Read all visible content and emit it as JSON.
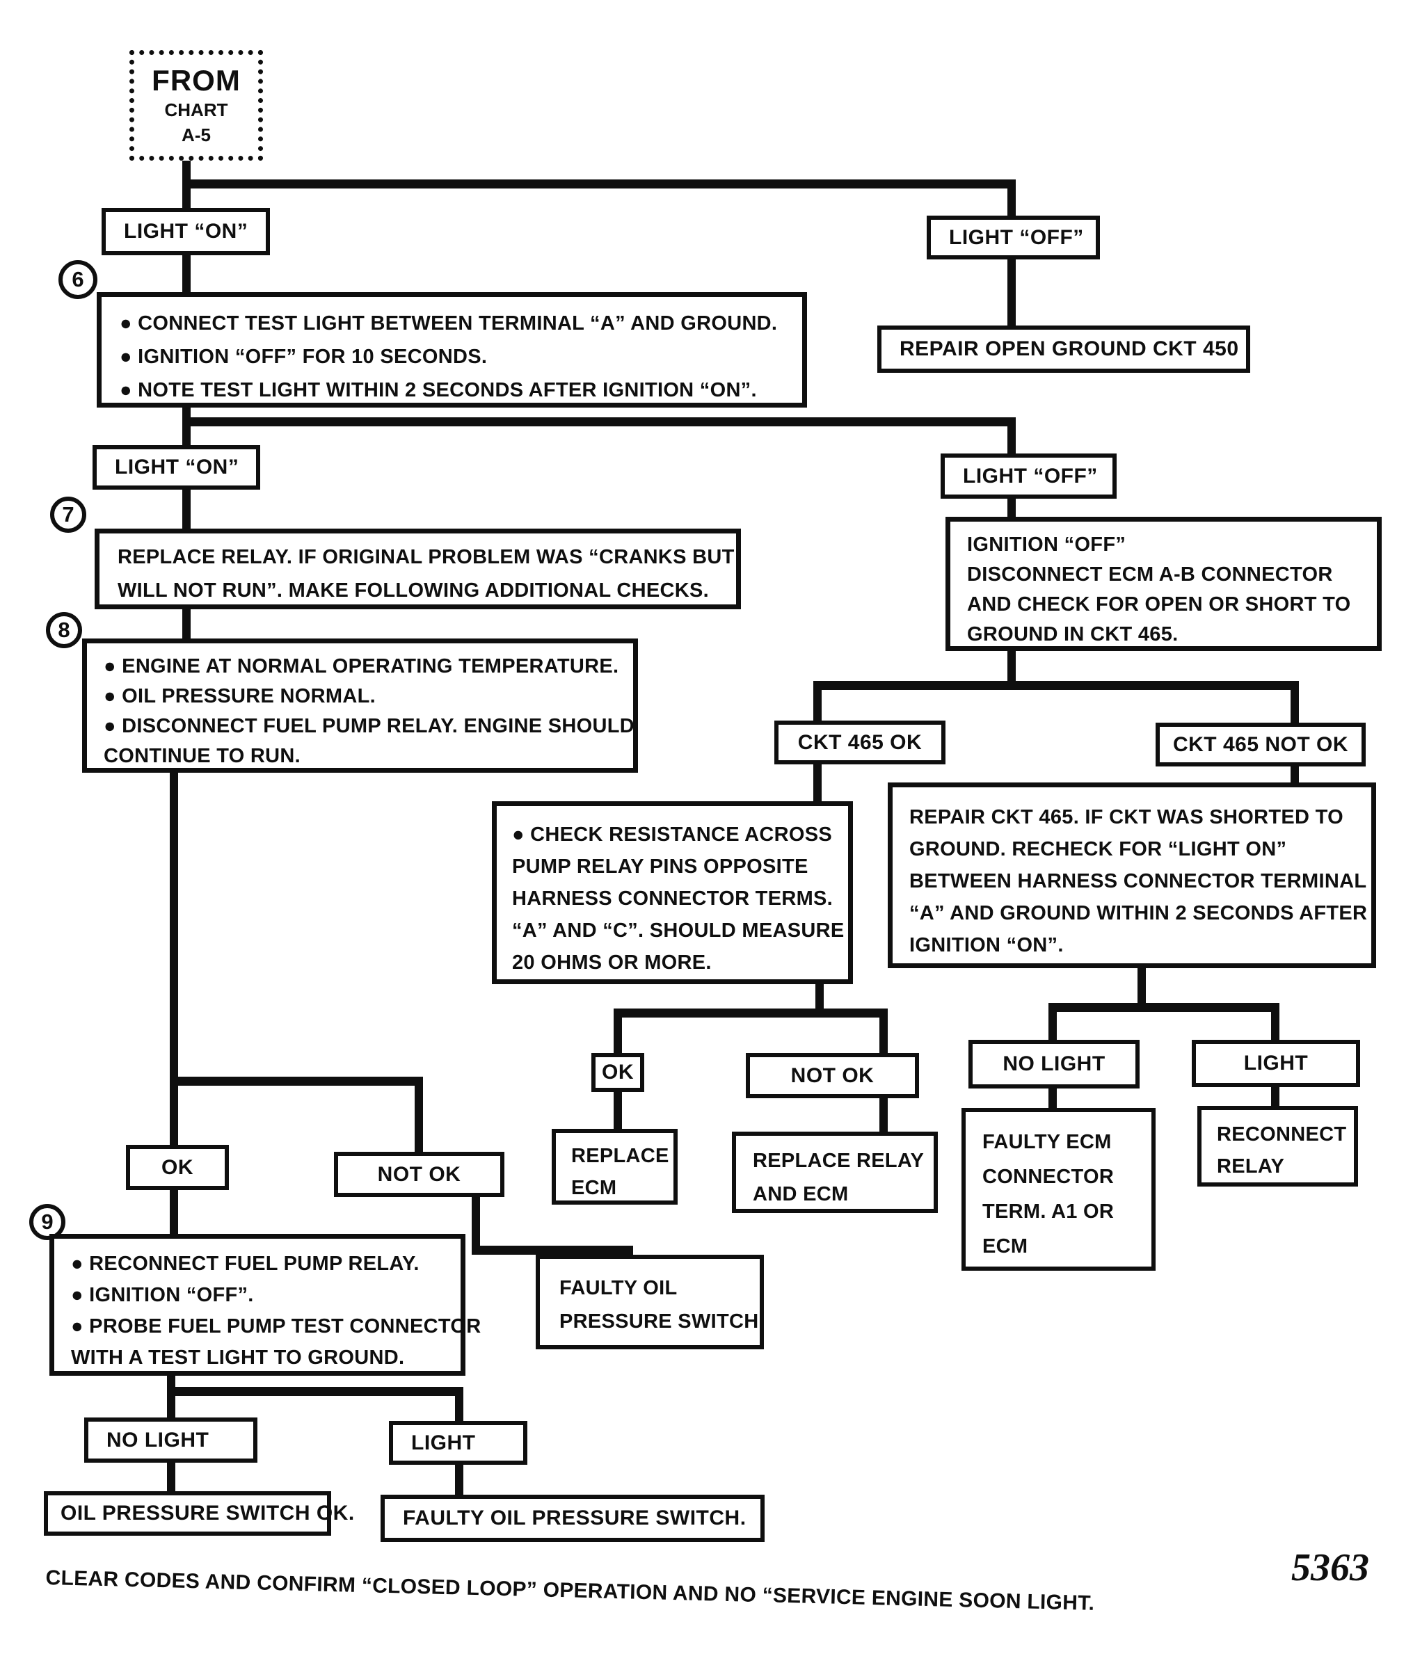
{
  "colors": {
    "ink": "#0f0f0f",
    "paper": "#ffffff"
  },
  "nodes": {
    "from_chart": {
      "lines": [
        "FROM",
        "CHART",
        "A-5"
      ]
    },
    "light_on_1": {
      "label": "LIGHT “ON”"
    },
    "light_off_1": {
      "label": "LIGHT “OFF”"
    },
    "repair_ground": {
      "label": "REPAIR OPEN GROUND CKT 450"
    },
    "step6": {
      "num": "6",
      "lines": [
        "● CONNECT TEST LIGHT BETWEEN TERMINAL “A” AND GROUND.",
        "● IGNITION “OFF” FOR 10 SECONDS.",
        "● NOTE TEST LIGHT WITHIN 2 SECONDS AFTER IGNITION “ON”."
      ]
    },
    "light_on_2": {
      "label": "LIGHT “ON”"
    },
    "light_off_2": {
      "label": "LIGHT “OFF”"
    },
    "step7": {
      "num": "7",
      "lines": [
        "REPLACE RELAY. IF ORIGINAL PROBLEM WAS “CRANKS BUT",
        "WILL NOT RUN”. MAKE FOLLOWING ADDITIONAL CHECKS."
      ]
    },
    "step8": {
      "num": "8",
      "lines": [
        "● ENGINE AT NORMAL OPERATING TEMPERATURE.",
        "● OIL PRESSURE NORMAL.",
        "● DISCONNECT FUEL PUMP RELAY. ENGINE SHOULD",
        "CONTINUE TO RUN."
      ]
    },
    "ignition_off": {
      "lines": [
        "IGNITION “OFF”",
        "DISCONNECT ECM A-B CONNECTOR",
        " AND CHECK FOR OPEN OR SHORT TO",
        "GROUND IN CKT 465."
      ]
    },
    "ckt465_ok": {
      "label": "CKT 465 OK"
    },
    "ckt465_not_ok": {
      "label": "CKT 465 NOT OK"
    },
    "check_resistance": {
      "lines": [
        "● CHECK RESISTANCE ACROSS",
        "PUMP RELAY PINS OPPOSITE",
        "HARNESS CONNECTOR TERMS.",
        " “A” AND “C”. SHOULD MEASURE",
        "20 OHMS OR MORE."
      ]
    },
    "repair_ckt465": {
      "lines": [
        "REPAIR CKT 465. IF CKT WAS SHORTED TO",
        "GROUND. RECHECK FOR “LIGHT ON”",
        "BETWEEN HARNESS CONNECTOR TERMINAL",
        "“A” AND GROUND WITHIN 2 SECONDS AFTER",
        "IGNITION “ON”."
      ]
    },
    "ok_mid": {
      "label": "OK"
    },
    "not_ok_mid": {
      "label": "NOT OK"
    },
    "replace_ecm": {
      "lines": [
        "REPLACE",
        "ECM"
      ]
    },
    "replace_relay_ecm": {
      "lines": [
        "REPLACE RELAY",
        "AND ECM"
      ]
    },
    "no_light_right": {
      "label": "NO LIGHT"
    },
    "light_right": {
      "label": "LIGHT"
    },
    "faulty_ecm": {
      "lines": [
        "FAULTY ECM",
        "CONNECTOR",
        "TERM. A1 OR",
        "ECM"
      ]
    },
    "reconnect_relay": {
      "lines": [
        "RECONNECT",
        "RELAY"
      ]
    },
    "ok_left": {
      "label": "OK"
    },
    "not_ok_left": {
      "label": "NOT OK"
    },
    "step9": {
      "num": "9",
      "lines": [
        "● RECONNECT FUEL PUMP RELAY.",
        "● IGNITION “OFF”.",
        "● PROBE FUEL PUMP TEST CONNECTOR",
        "WITH A TEST LIGHT TO GROUND."
      ]
    },
    "faulty_oil_switch": {
      "lines": [
        "FAULTY OIL",
        "PRESSURE SWITCH"
      ]
    },
    "no_light_bottom": {
      "label": "NO LIGHT"
    },
    "light_bottom": {
      "label": "LIGHT"
    },
    "oil_switch_ok": {
      "label": "OIL PRESSURE SWITCH OK."
    },
    "faulty_oil_switch_2": {
      "label": "FAULTY OIL PRESSURE SWITCH."
    }
  },
  "footer": {
    "caption": "CLEAR CODES AND CONFIRM “CLOSED LOOP” OPERATION AND NO “SERVICE ENGINE SOON LIGHT.",
    "figure_number": "5363"
  }
}
